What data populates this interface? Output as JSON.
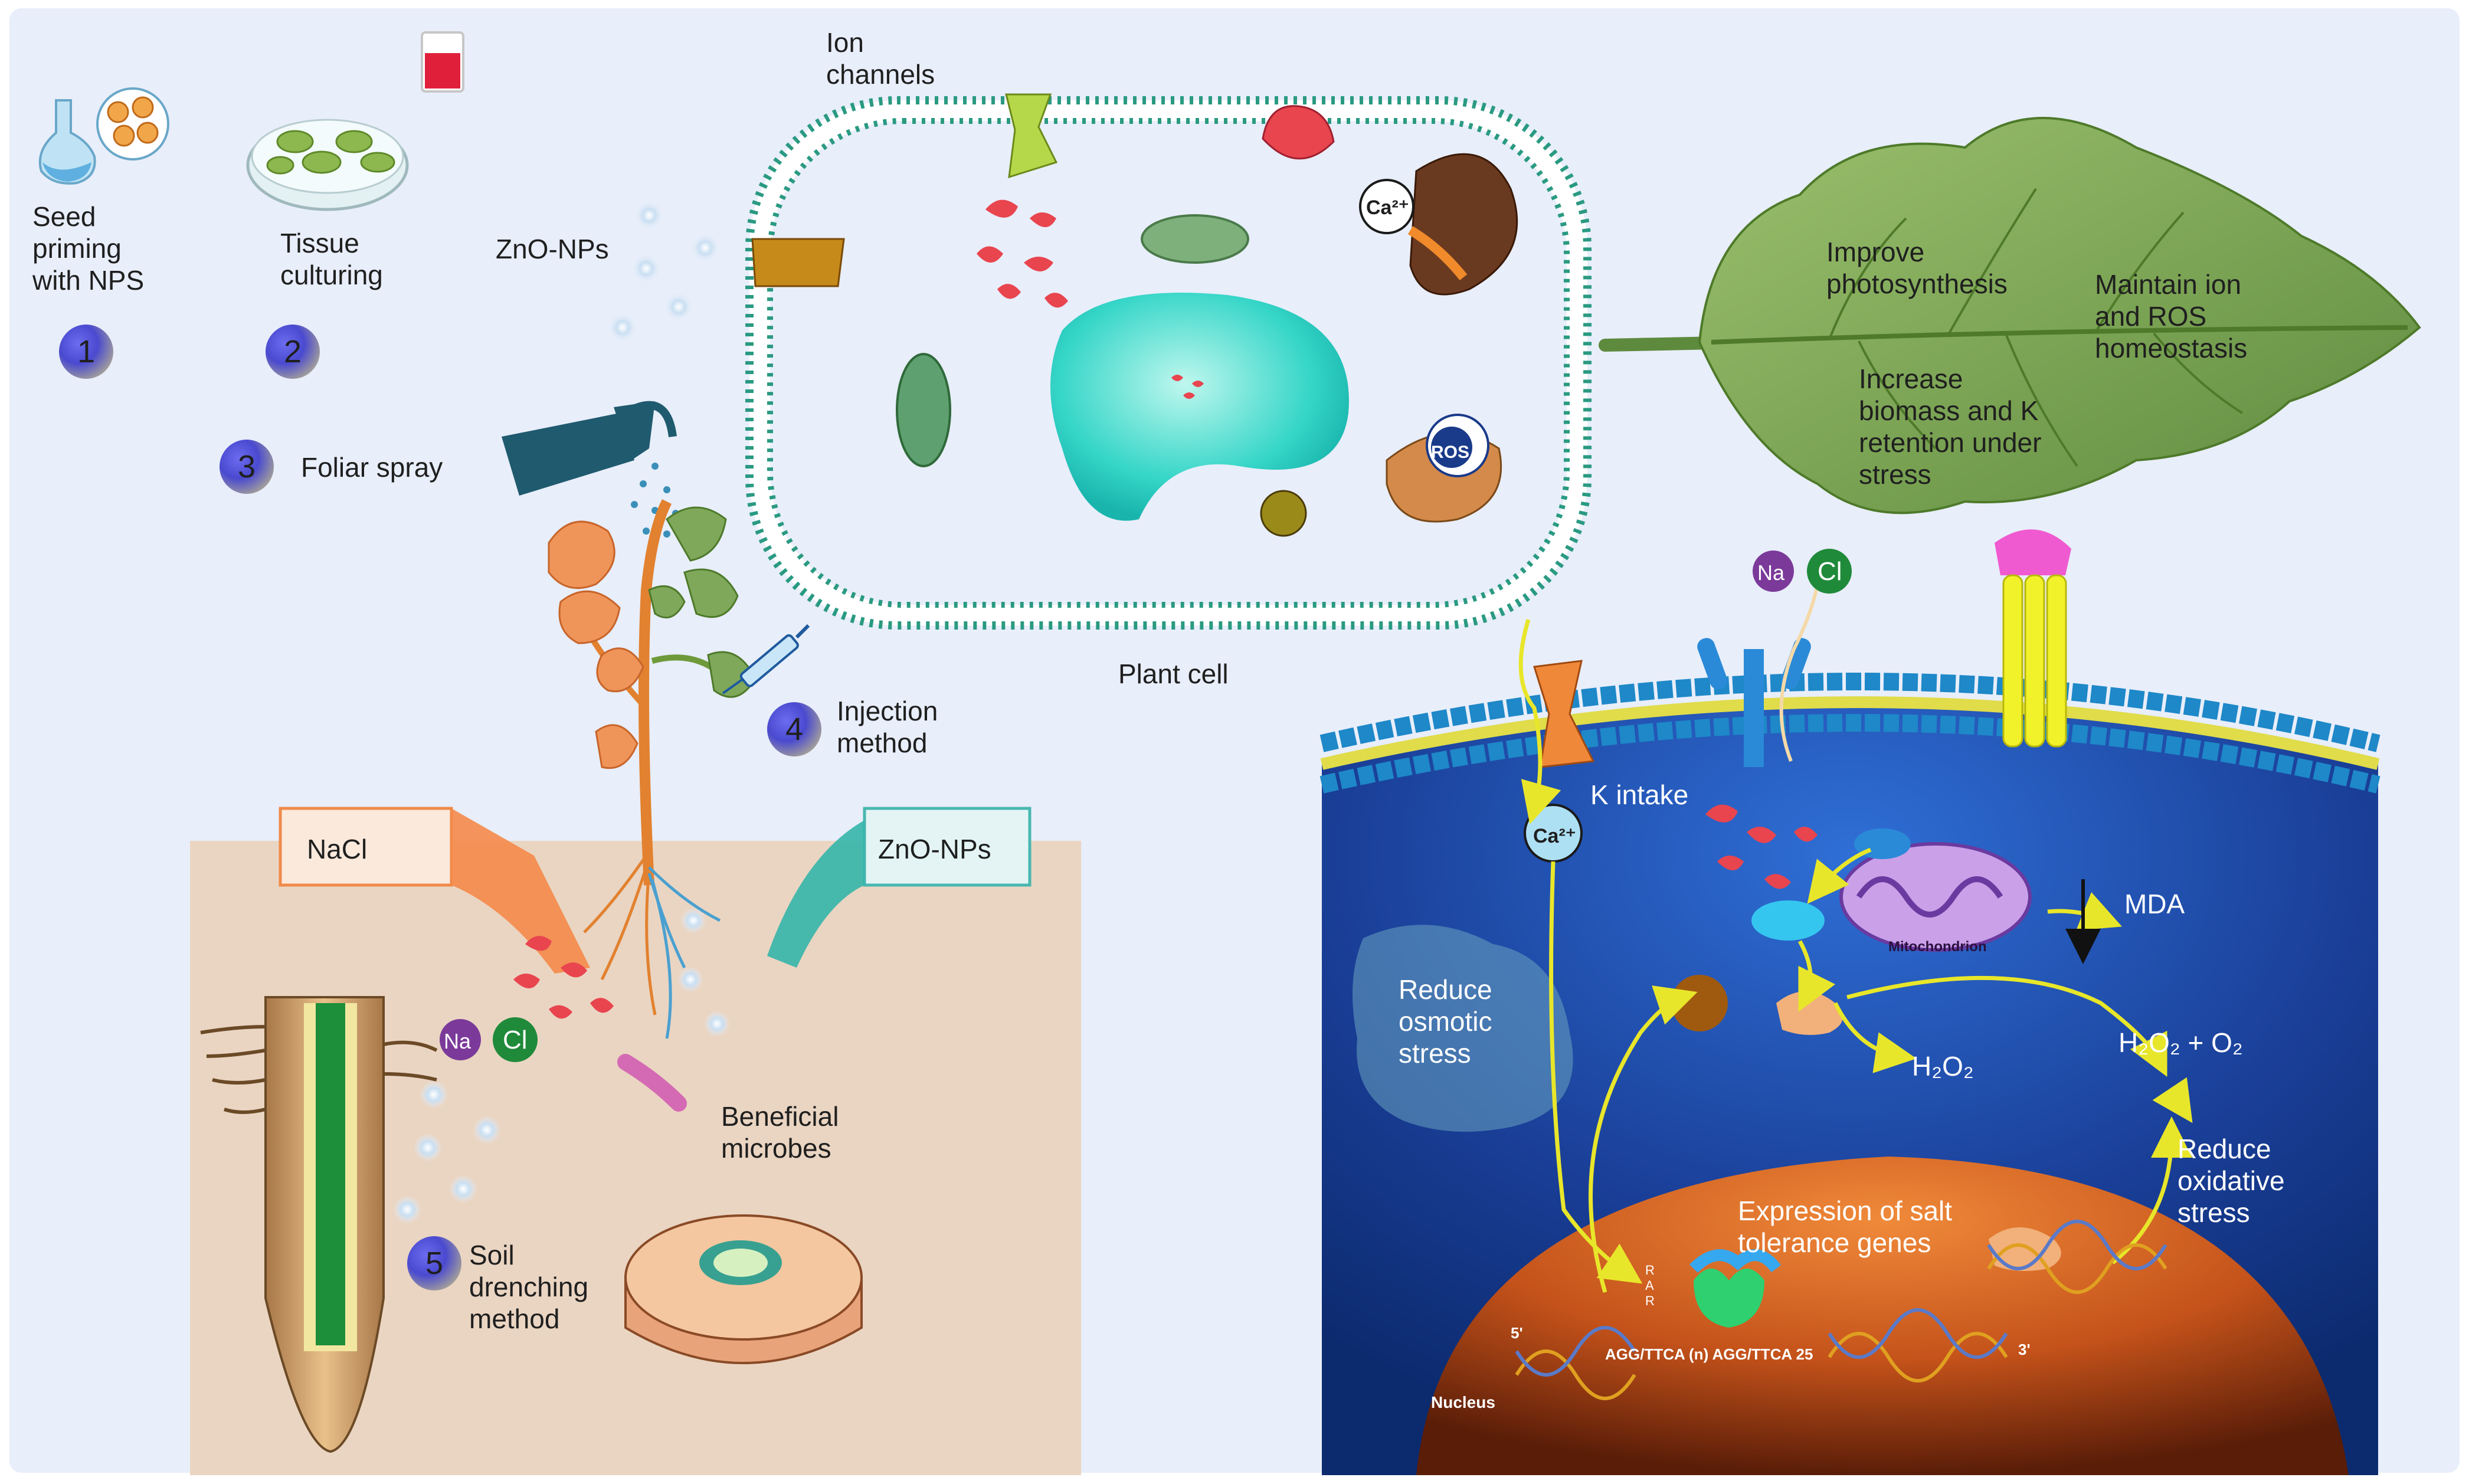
{
  "colors": {
    "background": "#e8eefa",
    "soil": "#ead5c2",
    "cell_interior": "#1b3f8f",
    "nucleus": "#c4521a",
    "membrane": "#1a9a80",
    "leaf": "#7fa85a",
    "ion_red": "#e8454f",
    "arrow_yellow": "#e8e62a"
  },
  "methods": {
    "seed_priming": {
      "number": "1",
      "label": "Seed priming with NPS"
    },
    "tissue_culturing": {
      "number": "2",
      "label": "Tissue culturing"
    },
    "foliar_spray": {
      "number": "3",
      "label": "Foliar spray"
    },
    "injection": {
      "number": "4",
      "label": "Injection method"
    },
    "soil_drenching": {
      "number": "5",
      "label": "Soil drenching method"
    }
  },
  "labels": {
    "znonps_top": "ZnO-NPs",
    "ion_channels": "Ion channels",
    "plant_cell": "Plant cell",
    "ca_top": "Ca²⁺",
    "ros": "ROS",
    "nacl_box": "NaCl",
    "znonps_box": "ZnO-NPs",
    "beneficial_microbes": "Beneficial microbes",
    "na": "Na",
    "cl": "Cl",
    "na2": "Na",
    "cl2": "Cl"
  },
  "leaf_effects": {
    "improve_photosynthesis": "Improve photosynthesis",
    "maintain_ion": "Maintain ion and ROS homeostasis",
    "increase_biomass": "Increase biomass and K retention under stress"
  },
  "cell_panel": {
    "k_intake": "K intake",
    "ca_inner": "Ca²⁺",
    "mda": "MDA",
    "mitochondrion": "Mitochondrion",
    "reduce_osmotic": "Reduce osmotic stress",
    "h2o2": "H₂O₂",
    "h2o2_o2": "H₂O₂ + O₂",
    "reduce_oxidative": "Reduce oxidative stress",
    "expression": "Expression of salt tolerance genes",
    "nucleus": "Nucleus",
    "sequence": "AGG/TTCA (n) AGG/TTCA 25",
    "five_prime": "5'",
    "three_prime": "3'",
    "rar": "R A R"
  }
}
